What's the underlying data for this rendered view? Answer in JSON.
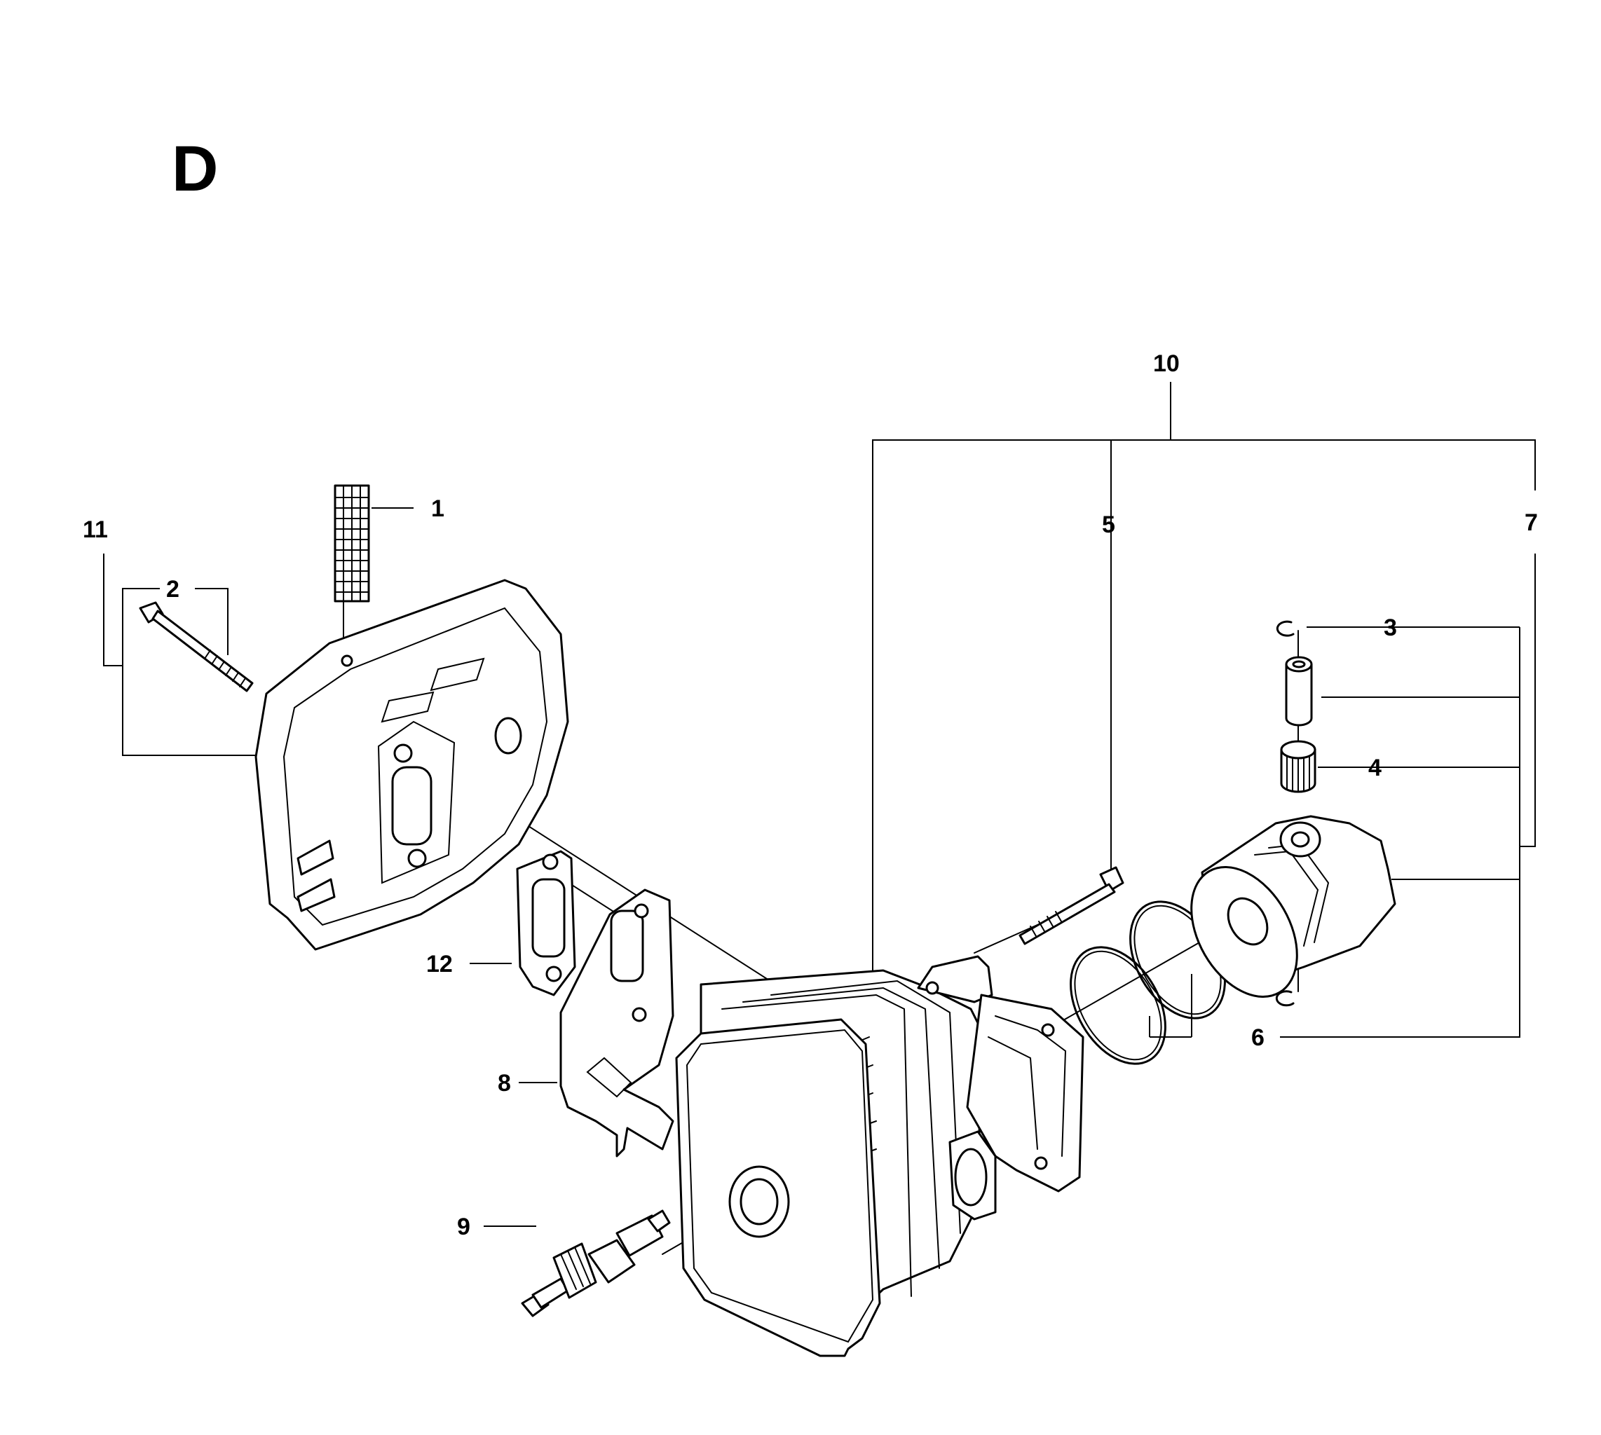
{
  "section_label": "D",
  "callouts": {
    "c1": "1",
    "c2": "2",
    "c3": "3",
    "c4": "4",
    "c5": "5",
    "c6": "6",
    "c7": "7",
    "c8": "8",
    "c9": "9",
    "c10": "10",
    "c11": "11",
    "c12": "12"
  }
}
